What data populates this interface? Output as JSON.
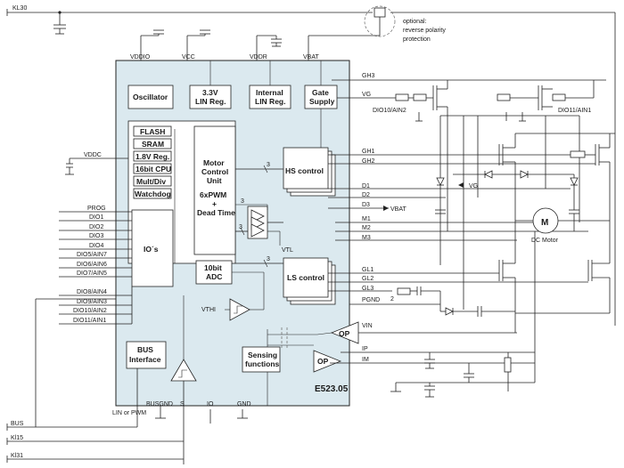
{
  "chip": {
    "name": "E523.05",
    "top_pins": [
      "VDDIO",
      "VCC",
      "VDDR",
      "VBAT"
    ],
    "bottom_pins": [
      "LIN or PWM",
      "BUSGND",
      "S",
      "IO",
      "GND"
    ],
    "left_pins": [
      "VDDC",
      "PROG",
      "DIO1",
      "DIO2",
      "DIO3",
      "DIO4",
      "DIO5/AIN7",
      "DIO6/AIN6",
      "DIO7/AIN5",
      "DIO8/AIN4",
      "DIO9/AIN3",
      "DIO10/AIN2",
      "DIO11/AIN1"
    ],
    "right_pins": [
      "GH3",
      "VG",
      "GH1",
      "GH2",
      "D1",
      "D2",
      "D3",
      "M1",
      "M2",
      "M3",
      "GL1",
      "GL2",
      "GL3",
      "PGND",
      "VIN",
      "IP",
      "IM"
    ]
  },
  "blocks": {
    "oscillator": "Oscillator",
    "lin_reg_33": [
      "3.3V",
      "LIN Reg."
    ],
    "internal_lin_reg": [
      "Internal",
      "LIN Reg."
    ],
    "gate_supply": [
      "Gate",
      "Supply"
    ],
    "flash": "FLASH",
    "sram": "SRAM",
    "reg18": "1.8V Reg.",
    "cpu": "16bit CPU",
    "multdiv": "Mult/Div",
    "watchdog": "Watchdog",
    "ios": "IO´s",
    "mcu": [
      "Motor",
      "Control",
      "Unit"
    ],
    "pwm": [
      "6xPWM",
      "+",
      "Dead Time"
    ],
    "adc": [
      "10bit",
      "ADC"
    ],
    "hs": "HS control",
    "ls": "LS control",
    "bus": [
      "BUS",
      "Interface"
    ],
    "sensing": [
      "Sensing",
      "functions"
    ],
    "op1": "OP",
    "op2": "OP",
    "vthi": "VTHI",
    "vtl": "VTL",
    "bus_count_3a": "3",
    "bus_count_3b": "3",
    "bus_count_3c": "3",
    "bus_count_3d": "3",
    "bus_count_2": "2"
  },
  "external": {
    "kl30": "KL30",
    "optional": [
      "optional:",
      "reverse polarity",
      "protection"
    ],
    "dio10_ain2": "DIO10/AIN2",
    "dio11_ain1": "DIO11/AIN1",
    "vg_label": "VG",
    "vbat_label": "VBAT",
    "motor_symbol": "M",
    "motor_label": "DC Motor",
    "bus": "BUS",
    "kl15": "Kl15",
    "kl31": "Kl31"
  }
}
